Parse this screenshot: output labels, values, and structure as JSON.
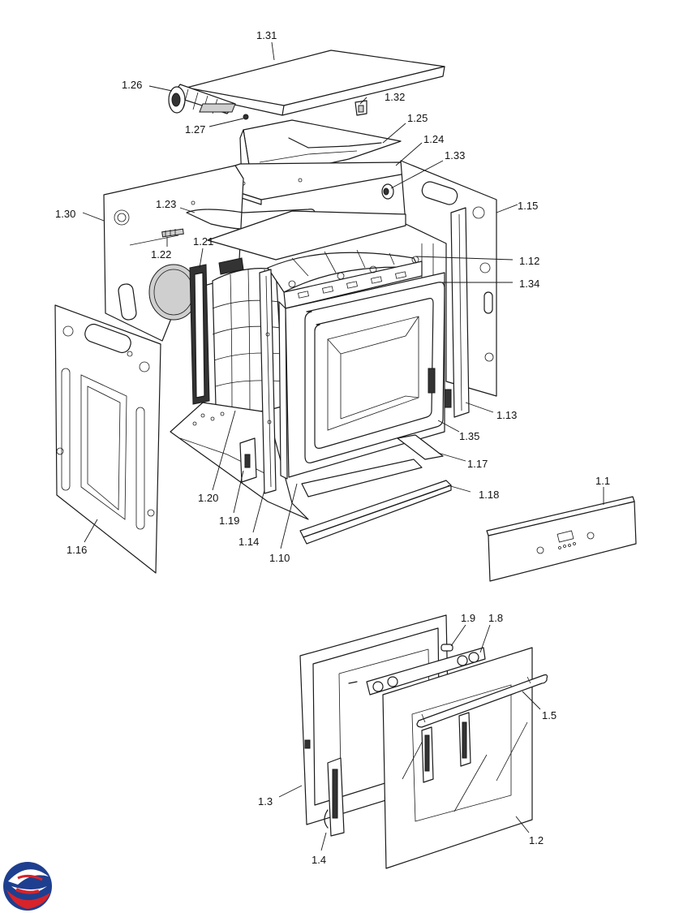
{
  "parts": [
    {
      "id": "1.31",
      "label": "1.31"
    },
    {
      "id": "1.26",
      "label": "1.26"
    },
    {
      "id": "1.32",
      "label": "1.32"
    },
    {
      "id": "1.27",
      "label": "1.27"
    },
    {
      "id": "1.25",
      "label": "1.25"
    },
    {
      "id": "1.24",
      "label": "1.24"
    },
    {
      "id": "1.33",
      "label": "1.33"
    },
    {
      "id": "1.30",
      "label": "1.30"
    },
    {
      "id": "1.23",
      "label": "1.23"
    },
    {
      "id": "1.15",
      "label": "1.15"
    },
    {
      "id": "1.21",
      "label": "1.21"
    },
    {
      "id": "1.22",
      "label": "1.22"
    },
    {
      "id": "1.12",
      "label": "1.12"
    },
    {
      "id": "1.34",
      "label": "1.34"
    },
    {
      "id": "1.13",
      "label": "1.13"
    },
    {
      "id": "1.35",
      "label": "1.35"
    },
    {
      "id": "1.17",
      "label": "1.17"
    },
    {
      "id": "1.20",
      "label": "1.20"
    },
    {
      "id": "1.18",
      "label": "1.18"
    },
    {
      "id": "1.19",
      "label": "1.19"
    },
    {
      "id": "1.1",
      "label": "1.1"
    },
    {
      "id": "1.14",
      "label": "1.14"
    },
    {
      "id": "1.16",
      "label": "1.16"
    },
    {
      "id": "1.10",
      "label": "1.10"
    },
    {
      "id": "1.9",
      "label": "1.9"
    },
    {
      "id": "1.8",
      "label": "1.8"
    },
    {
      "id": "1.5",
      "label": "1.5"
    },
    {
      "id": "1.3",
      "label": "1.3"
    },
    {
      "id": "1.2",
      "label": "1.2"
    },
    {
      "id": "1.4",
      "label": "1.4"
    }
  ],
  "logo": {
    "name": "brand-logo",
    "colors": [
      "#1e3f8f",
      "#d8232a"
    ]
  }
}
